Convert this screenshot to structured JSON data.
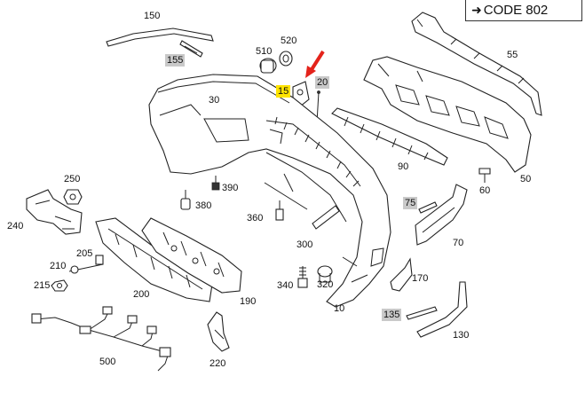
{
  "code_label": "CODE 802",
  "code_arrow_icon": "arrow-right-icon",
  "accent_colors": {
    "highlight": "#ffe400",
    "pointer": "#e4231b",
    "tag_grey": "#c9c9c9"
  },
  "callouts": [
    {
      "id": "150",
      "text": "150",
      "style": "plain"
    },
    {
      "id": "155",
      "text": "155",
      "style": "grey"
    },
    {
      "id": "510",
      "text": "510",
      "style": "plain"
    },
    {
      "id": "520",
      "text": "520",
      "style": "plain"
    },
    {
      "id": "15",
      "text": "15",
      "style": "yellow"
    },
    {
      "id": "20",
      "text": "20",
      "style": "grey"
    },
    {
      "id": "30",
      "text": "30",
      "style": "plain"
    },
    {
      "id": "55",
      "text": "55",
      "style": "plain"
    },
    {
      "id": "90",
      "text": "90",
      "style": "plain"
    },
    {
      "id": "50",
      "text": "50",
      "style": "plain"
    },
    {
      "id": "60",
      "text": "60",
      "style": "plain"
    },
    {
      "id": "250",
      "text": "250",
      "style": "plain"
    },
    {
      "id": "390",
      "text": "390",
      "style": "plain"
    },
    {
      "id": "380",
      "text": "380",
      "style": "plain"
    },
    {
      "id": "240",
      "text": "240",
      "style": "plain"
    },
    {
      "id": "360",
      "text": "360",
      "style": "plain"
    },
    {
      "id": "75",
      "text": "75",
      "style": "grey"
    },
    {
      "id": "300",
      "text": "300",
      "style": "plain"
    },
    {
      "id": "70",
      "text": "70",
      "style": "plain"
    },
    {
      "id": "205",
      "text": "205",
      "style": "plain"
    },
    {
      "id": "210",
      "text": "210",
      "style": "plain"
    },
    {
      "id": "215",
      "text": "215",
      "style": "plain"
    },
    {
      "id": "200",
      "text": "200",
      "style": "plain"
    },
    {
      "id": "340",
      "text": "340",
      "style": "plain"
    },
    {
      "id": "320",
      "text": "320",
      "style": "plain"
    },
    {
      "id": "170",
      "text": "170",
      "style": "plain"
    },
    {
      "id": "190",
      "text": "190",
      "style": "plain"
    },
    {
      "id": "10",
      "text": "10",
      "style": "plain"
    },
    {
      "id": "135",
      "text": "135",
      "style": "grey"
    },
    {
      "id": "130",
      "text": "130",
      "style": "plain"
    },
    {
      "id": "500",
      "text": "500",
      "style": "plain"
    },
    {
      "id": "220",
      "text": "220",
      "style": "plain"
    }
  ]
}
